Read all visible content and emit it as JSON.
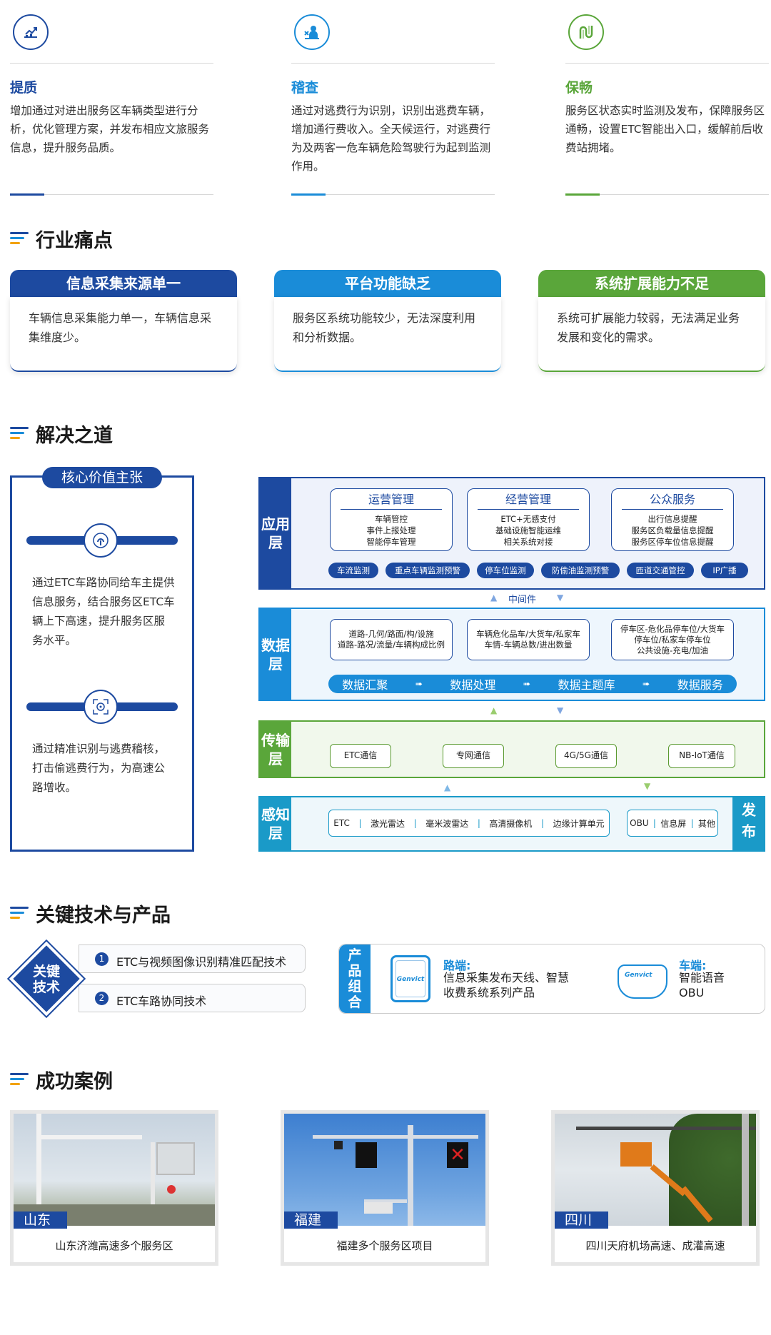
{
  "features": [
    {
      "title": "提质",
      "color": "#1d4aa0",
      "icon": "growth-chart-icon",
      "desc": "增加通过对进出服务区车辆类型进行分析，优化管理方案，并发布相应文旅服务信息，提升服务品质。"
    },
    {
      "title": "稽查",
      "color": "#1a8cd8",
      "icon": "inspector-icon",
      "desc": "通过对逃费行为识别，识别出逃费车辆，增加通行费收入。全天候运行，对逃费行为及两客一危车辆危险驾驶行为起到监测作用。"
    },
    {
      "title": "保畅",
      "color": "#5aa63a",
      "icon": "road-flow-icon",
      "desc": "服务区状态实时监测及发布，保障服务区通畅，设置ETC智能出入口，缓解前后收费站拥堵。"
    }
  ],
  "sections": {
    "pain": "行业痛点",
    "solution": "解决之道",
    "tech": "关键技术与产品",
    "cases": "成功案例"
  },
  "pain_points": [
    {
      "title": "信息采集来源单一",
      "color": "#1d4aa0",
      "desc": "车辆信息采集能力单一，车辆信息采集维度少。"
    },
    {
      "title": "平台功能缺乏",
      "color": "#1a8cd8",
      "desc": "服务区系统功能较少，无法深度利用和分析数据。"
    },
    {
      "title": "系统扩展能力不足",
      "color": "#5aa63a",
      "desc": "系统可扩展能力较弱，无法满足业务发展和变化的需求。"
    }
  ],
  "core": {
    "title": "核心价值主张",
    "items": [
      {
        "icon": "signal-tower-icon",
        "text": "通过ETC车路协同给车主提供信息服务，结合服务区ETC车辆上下高速，提升服务区服务水平。"
      },
      {
        "icon": "scan-target-icon",
        "text": "通过精准识别与逃费稽核，打击偷逃费行为，为高速公路增收。"
      }
    ]
  },
  "architecture": {
    "app_layer": {
      "label": "应用层",
      "modules": [
        {
          "title": "运营管理",
          "lines": [
            "车辆管控",
            "事件上报处理",
            "智能停车管理"
          ]
        },
        {
          "title": "经营管理",
          "lines": [
            "ETC+无感支付",
            "基础设施智能运维",
            "相关系统对接"
          ]
        },
        {
          "title": "公众服务",
          "lines": [
            "出行信息提醒",
            "服务区负载量信息提醒",
            "服务区停车位信息提醒"
          ]
        }
      ],
      "pills": [
        "车流监测",
        "重点车辆监测预警",
        "停车位监测",
        "防偷油监测预警",
        "匝道交通管控",
        "IP广播"
      ]
    },
    "middleware": "中间件",
    "data_layer": {
      "label": "数据层",
      "boxes": [
        [
          "道路-几何/路面/构/设施",
          "道路-路况/流量/车辆构成比例"
        ],
        [
          "车辆危化品车/大货车/私家车",
          "车情-车辆总数/进出数量"
        ],
        [
          "停车区-危化品停车位/大货车",
          "停车位/私家车停车位",
          "公共设施-充电/加油"
        ]
      ],
      "flow": [
        "数据汇聚",
        "数据处理",
        "数据主题库",
        "数据服务"
      ]
    },
    "trans_layer": {
      "label": "传输层",
      "items": [
        "ETC通信",
        "专网通信",
        "4G/5G通信",
        "NB-IoT通信"
      ]
    },
    "sense_layer": {
      "label": "感知层",
      "group1": [
        "ETC",
        "激光雷达",
        "毫米波雷达",
        "高清摄像机",
        "边缘计算单元"
      ],
      "group2": [
        "OBU",
        "信息屏",
        "其他"
      ],
      "publish": "发布"
    }
  },
  "tech": {
    "badge": "关键技术",
    "items": [
      {
        "num": "1",
        "text": "ETC与视频图像识别精准匹配技术"
      },
      {
        "num": "2",
        "text": "ETC车路协同技术"
      }
    ],
    "products_label": "产品组合",
    "device_brand": "Genvict",
    "road_title": "路端:",
    "road_desc": "信息采集发布天线、智慧收费系统系列产品",
    "car_title": "车端:",
    "car_desc": "智能语音OBU"
  },
  "cases": [
    {
      "tag": "山东",
      "caption": "山东济潍高速多个服务区"
    },
    {
      "tag": "福建",
      "caption": "福建多个服务区项目"
    },
    {
      "tag": "四川",
      "caption": "四川天府机场高速、成灌高速"
    }
  ]
}
